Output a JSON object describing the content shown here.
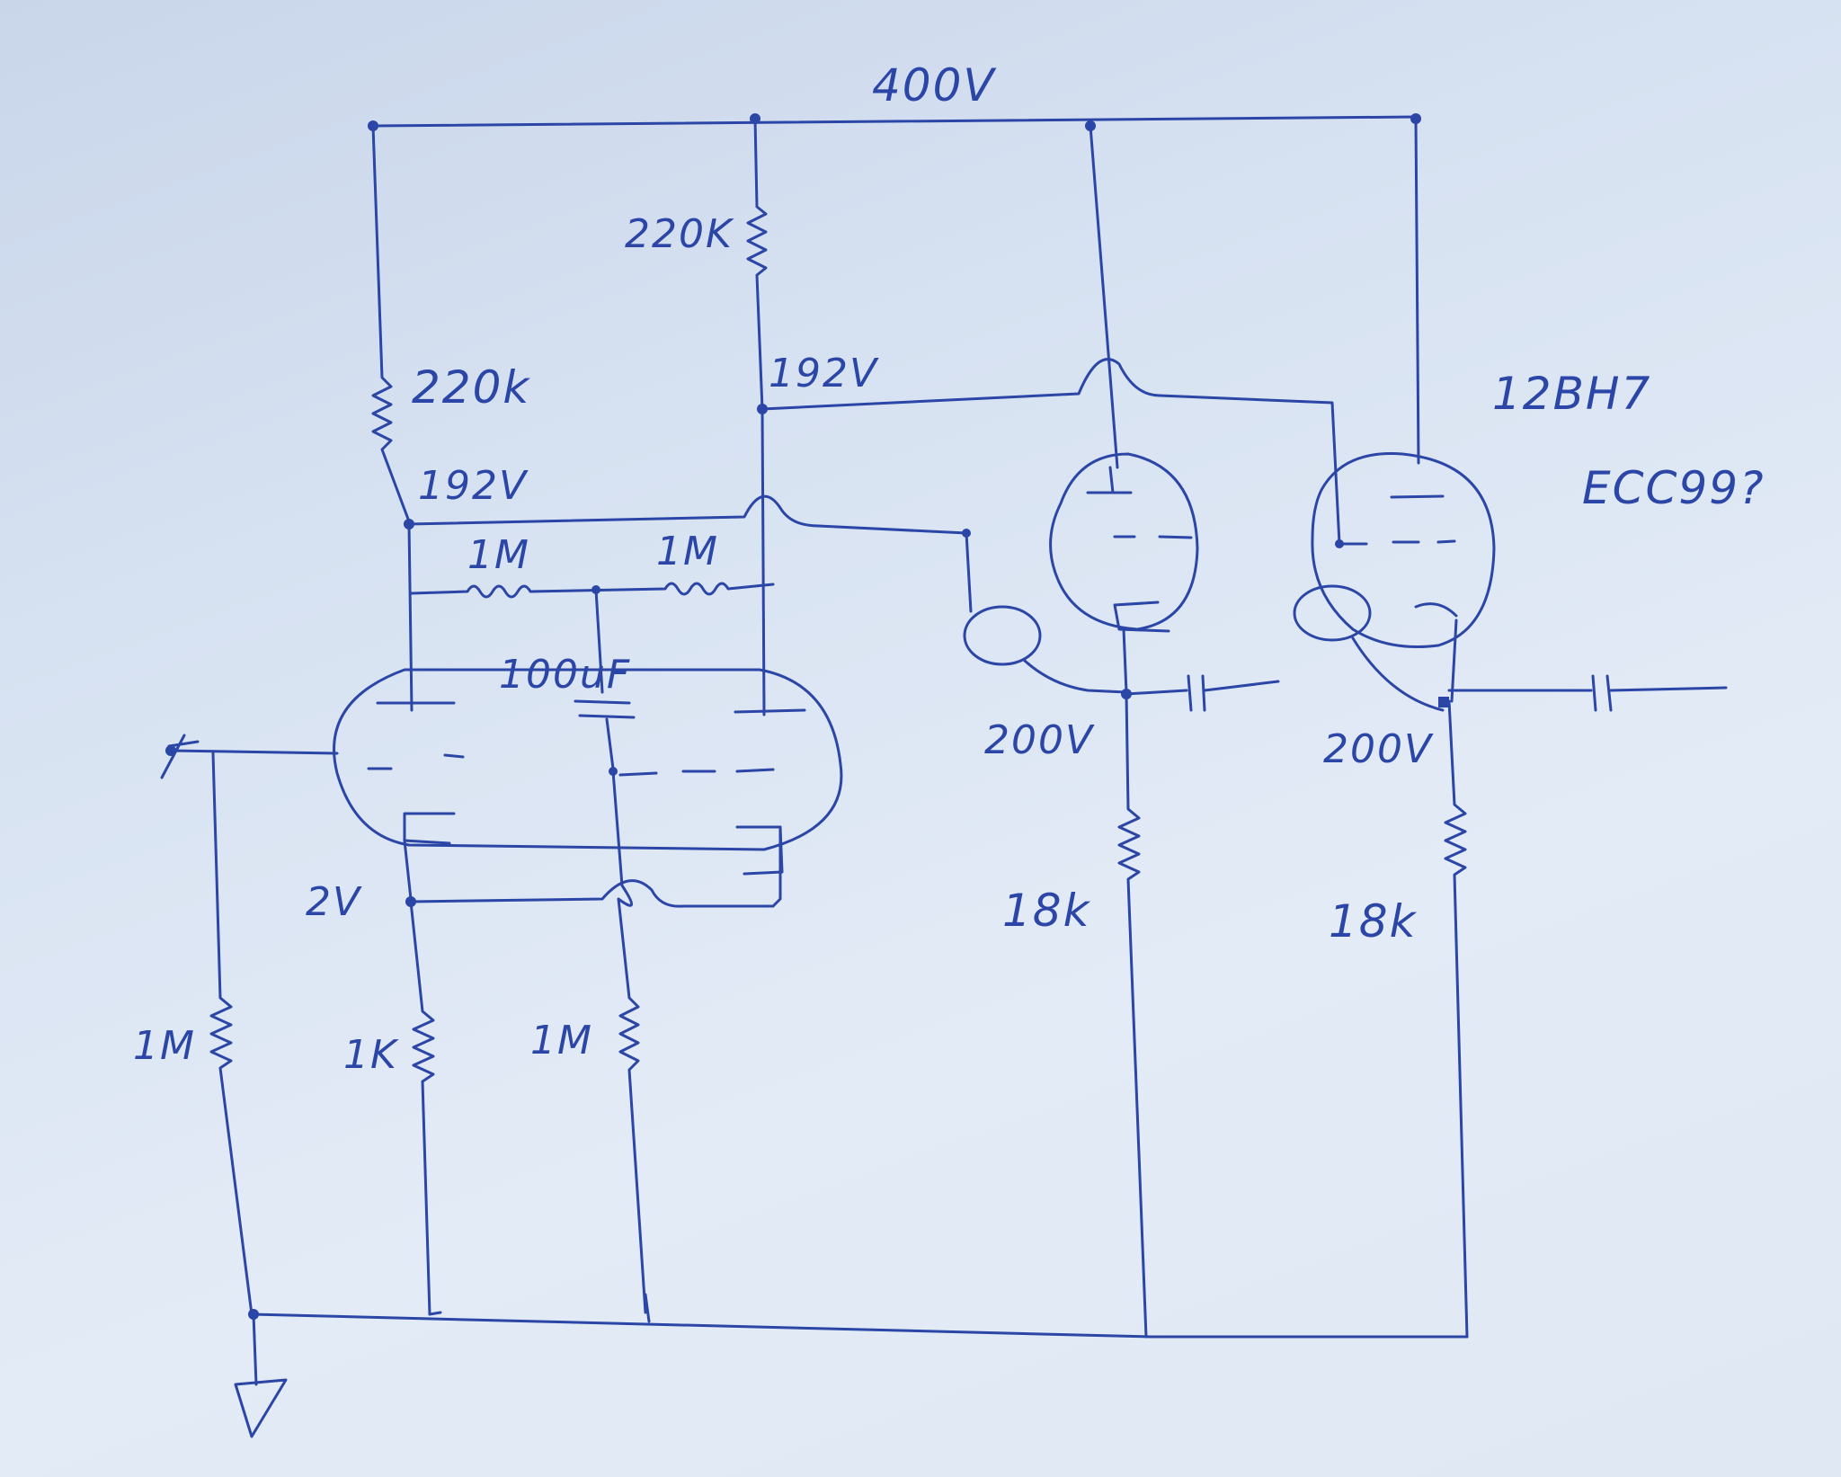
{
  "labels": {
    "supply": "400V",
    "r_plate_left": "220k",
    "r_plate_right": "220K",
    "v_node_left": "192V",
    "v_node_right": "192V",
    "r_grid_1": "1M",
    "r_grid_2": "1M",
    "cap": "100uF",
    "v_cathode": "2V",
    "r_input": "1M",
    "r_cathode": "1K",
    "r_bias": "1M",
    "v_out_1": "200V",
    "v_out_2": "200V",
    "r_load_1": "18k",
    "r_load_2": "18k",
    "tube_type": "12BH7",
    "tube_alt": "ECC99?"
  },
  "colors": {
    "ink": "#2b46a6",
    "paper": "#dde7f3"
  }
}
